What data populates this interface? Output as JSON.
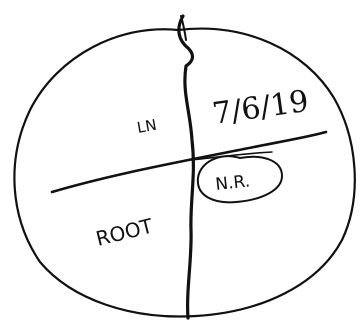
{
  "sketch": {
    "ink_color": "#111111",
    "background_color": "#ffffff",
    "shapes": [
      "ellipse-outline",
      "vertical-divider",
      "horizontal-divider",
      "circled-annotation"
    ],
    "labels": {
      "upper_left": "LN",
      "upper_right": "7/6/19",
      "lower_left": "ROOT",
      "lower_right_circled": "N.R."
    }
  }
}
